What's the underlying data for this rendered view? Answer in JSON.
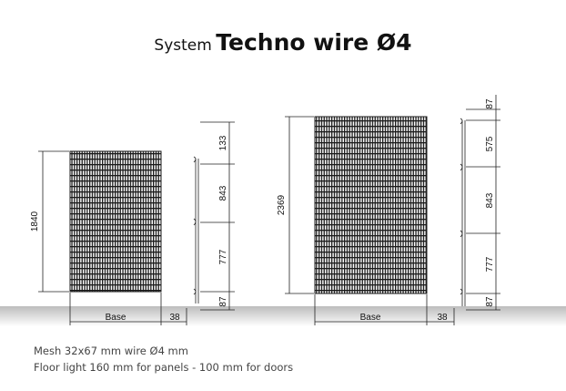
{
  "title": {
    "prefix": "System",
    "main": "Techno wire Ø4"
  },
  "panels": [
    {
      "height_label": "1840",
      "base_label": "Base",
      "gap_label": "38",
      "segments": [
        "133",
        "843",
        "777",
        "87"
      ]
    },
    {
      "height_label": "2369",
      "base_label": "Base",
      "gap_label": "38",
      "segments": [
        "87",
        "575",
        "843",
        "777",
        "87"
      ]
    }
  ],
  "notes": [
    "Mesh 32x67 mm wire Ø4 mm",
    "Floor light 160 mm for panels - 100 mm for doors"
  ],
  "colors": {
    "mesh": "#1a1a1a",
    "ground": "#cfcfcf",
    "line": "#222222"
  }
}
